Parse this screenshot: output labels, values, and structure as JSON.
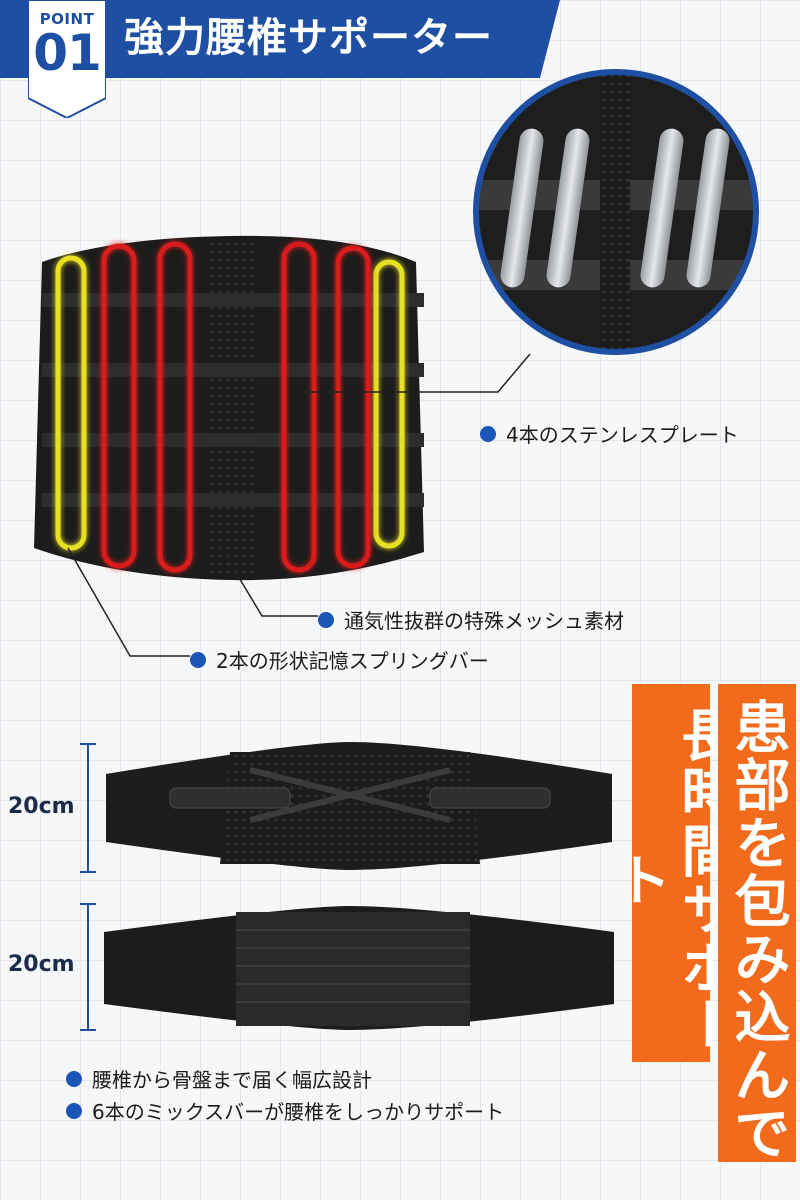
{
  "header": {
    "badge_word": "POINT",
    "badge_number": "01",
    "title": "強力腰椎サポーター"
  },
  "features_top": [
    "4本のステンレスプレート",
    "通気性抜群の特殊メッシュ素材",
    "2本の形状記憶スプリングバー"
  ],
  "dimensions": {
    "top_height": "20cm",
    "bottom_height": "20cm"
  },
  "features_bottom": [
    "腰椎から骨盤まで届く幅広設計",
    "6本のミックスバーが腰椎をしっかりサポート"
  ],
  "vertical_text": {
    "left_column": "長時間サポート",
    "right_column": "患部を包み込んで"
  },
  "colors": {
    "brand_blue": "#1e4fa3",
    "accent_orange": "#f26a1b",
    "highlight_red": "#d81e1e",
    "highlight_yellow": "#e8e020"
  }
}
